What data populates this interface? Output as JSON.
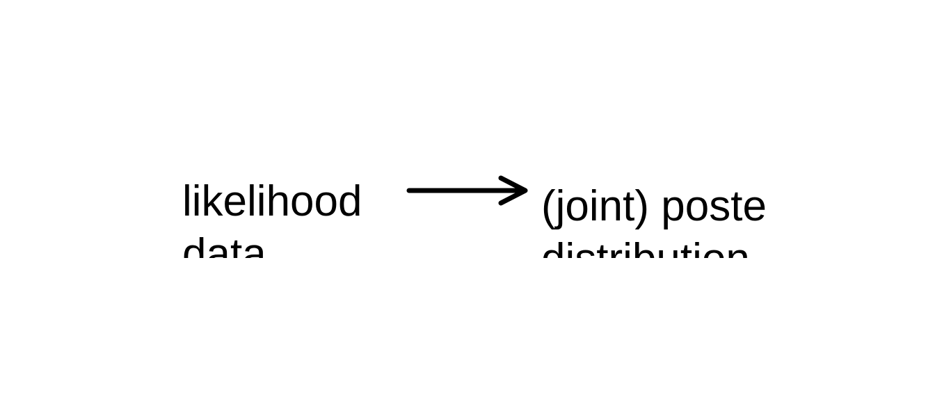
{
  "diagram": {
    "left_node": {
      "lines": [
        "likelihood",
        "data"
      ]
    },
    "right_node": {
      "lines": [
        "(joint) poste",
        "distribution"
      ]
    },
    "arrow": {
      "direction": "right",
      "color": "#000000"
    }
  }
}
